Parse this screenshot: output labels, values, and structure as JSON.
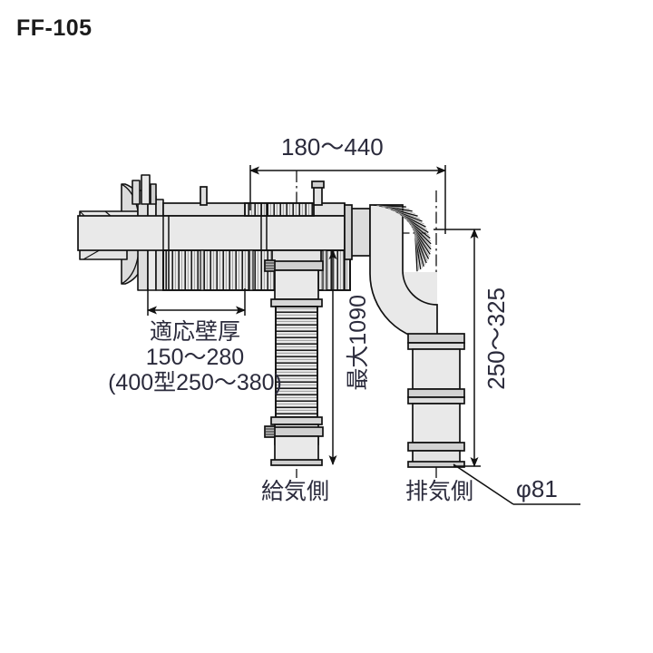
{
  "title": "FF-105",
  "colors": {
    "line": "#111111",
    "fill_light": "#e9e9e9",
    "fill_mid": "#d8d8d8",
    "fill_dark": "#c4c4c4",
    "text": "#2b2b3c",
    "title": "#1b1b1b",
    "background": "#ffffff"
  },
  "dimensions": {
    "top_length": "180〜440",
    "right_height": "250〜325",
    "max_drop": "最大1090",
    "diameter": "φ81"
  },
  "wall_thickness": {
    "line1": "適応壁厚",
    "line2": "150〜280",
    "line3": "(400型250〜380)"
  },
  "labels": {
    "supply_side": "給気側",
    "exhaust_side": "排気側"
  },
  "icons": {
    "arrow": "dimension-arrow",
    "centerline": "center-line"
  }
}
